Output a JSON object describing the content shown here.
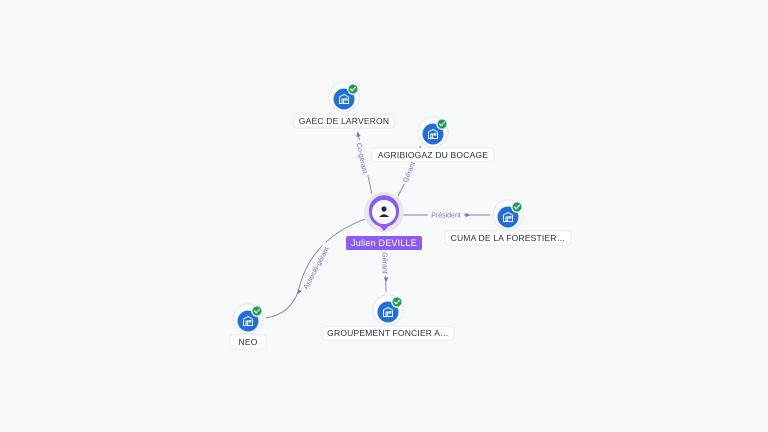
{
  "graph": {
    "person": {
      "name": "Julien DEVILLE",
      "icon": "person-icon",
      "color": "#8b5cf6"
    },
    "companies": [
      {
        "id": "gaec",
        "name": "GAEC DE LARVERON",
        "icon": "building-icon",
        "badge": "verified-check-icon"
      },
      {
        "id": "agribiogaz",
        "name": "AGRIBIOGAZ DU BOCAGE",
        "icon": "building-icon",
        "badge": "verified-check-icon"
      },
      {
        "id": "cuma",
        "name": "CUMA DE LA FORESTIER…",
        "icon": "building-icon",
        "badge": "verified-check-icon"
      },
      {
        "id": "groupement",
        "name": "GROUPEMENT FONCIER A…",
        "icon": "building-icon",
        "badge": "verified-check-icon"
      },
      {
        "id": "neo",
        "name": "NEO",
        "icon": "building-icon",
        "badge": "verified-check-icon"
      }
    ],
    "relations": [
      {
        "to": "gaec",
        "role": "Co-gérant"
      },
      {
        "to": "agribiogaz",
        "role": "Gérant"
      },
      {
        "to": "cuma",
        "role": "Président"
      },
      {
        "to": "groupement",
        "role": "Gérant"
      },
      {
        "to": "neo",
        "role": "Associé-gérant"
      }
    ],
    "colors": {
      "company_node": "#1f6fe0",
      "verified_badge": "#1f9d55",
      "relation_label": "#7b6fd6",
      "background": "#f8f9fb"
    }
  }
}
